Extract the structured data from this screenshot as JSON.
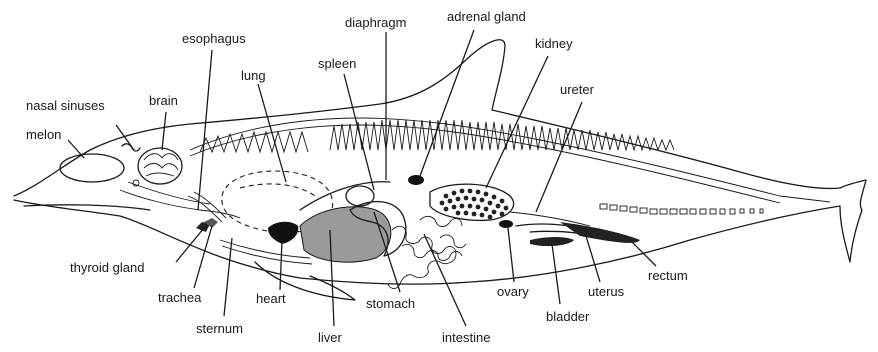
{
  "labels": {
    "nasal_sinuses": "nasal sinuses",
    "melon": "melon",
    "brain": "brain",
    "esophagus": "esophagus",
    "lung": "lung",
    "spleen": "spleen",
    "diaphragm": "diaphragm",
    "adrenal_gland": "adrenal gland",
    "kidney": "kidney",
    "ureter": "ureter",
    "thyroid_gland": "thyroid gland",
    "trachea": "trachea",
    "heart": "heart",
    "sternum": "sternum",
    "liver": "liver",
    "stomach": "stomach",
    "intestine": "intestine",
    "ovary": "ovary",
    "bladder": "bladder",
    "uterus": "uterus",
    "rectum": "rectum"
  }
}
